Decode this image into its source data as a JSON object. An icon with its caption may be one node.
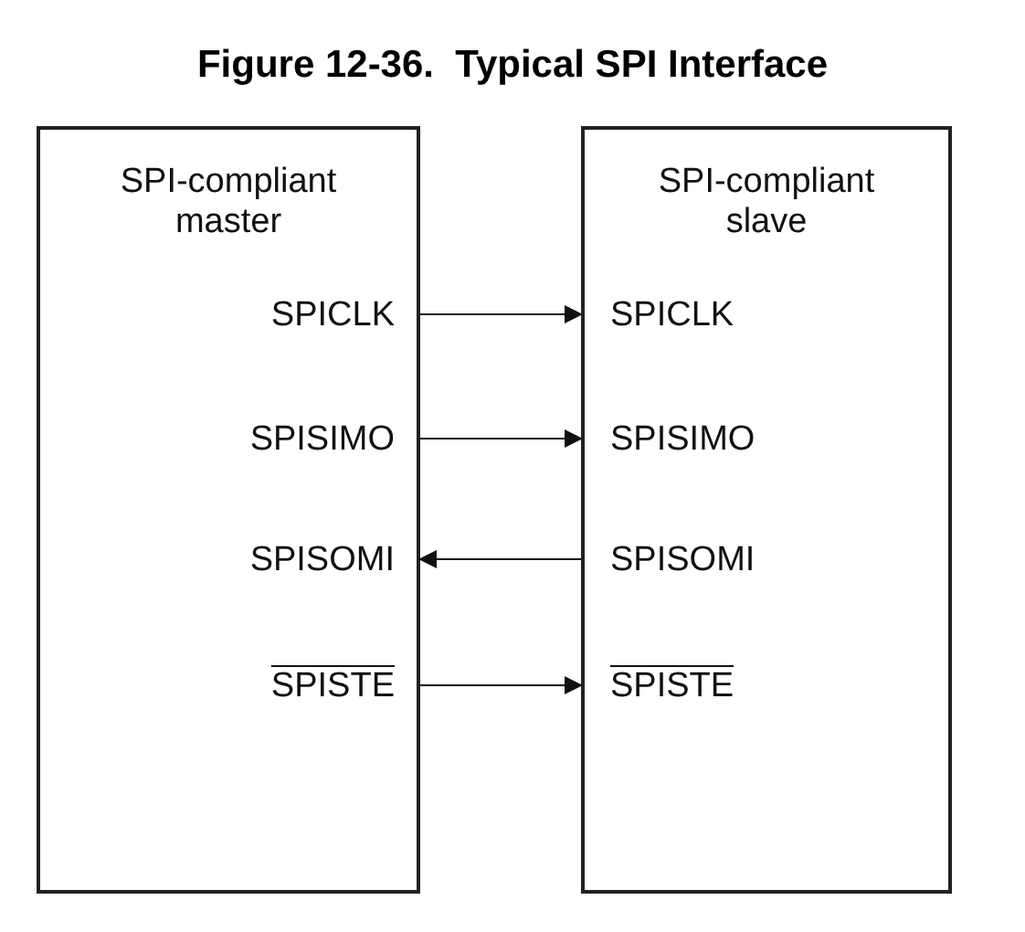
{
  "diagram": {
    "title": "Figure 12-36.  Typical SPI Interface",
    "nodes": [
      {
        "text": [
          "SPI-compliant master"
        ]
      },
      {
        "text": [
          "SPI-compliant slave"
        ]
      },
      {
        "text": [
          "SPICLK"
        ],
        "in": 0
      },
      {
        "text": [
          "SPISIMO"
        ],
        "in": 0
      },
      {
        "text": [
          "SPISOMI"
        ],
        "in": 0
      },
      {
        "text": [
          "SPISTE"
        ],
        "in": 0
      },
      {
        "text": [
          "SPICLK"
        ],
        "in": 1
      },
      {
        "text": [
          "SPISIMO"
        ],
        "in": 1
      },
      {
        "text": [
          "SPISOMI"
        ],
        "in": 1
      },
      {
        "text": [
          "SPISTE"
        ],
        "in": 1
      }
    ],
    "edges": [
      {
        "from": 2,
        "to": 6,
        "arrow": "to"
      },
      {
        "from": 3,
        "to": 7,
        "arrow": "to"
      },
      {
        "from": 8,
        "to": 4,
        "arrow": "to"
      },
      {
        "from": 5,
        "to": 9,
        "arrow": "to"
      }
    ]
  }
}
